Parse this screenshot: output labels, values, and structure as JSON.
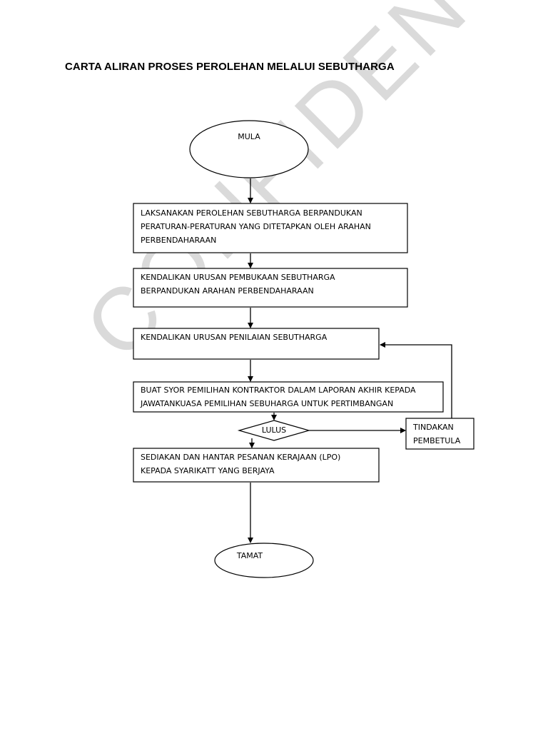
{
  "title": "CARTA ALIRAN PROSES PEROLEHAN MELALUI SEBUTHARGA",
  "watermark": "CONFIDENTIAL",
  "nodes": {
    "start": "MULA",
    "step1": [
      "LAKSANAKAN PEROLEHAN SEBUTHARGA BERPANDUKAN",
      "PERATURAN-PERATURAN YANG DITETAPKAN OLEH ARAHAN",
      "PERBENDAHARAAN"
    ],
    "step2": [
      "KENDALIKAN URUSAN PEMBUKAAN SEBUTHARGA",
      "BERPANDUKAN ARAHAN PERBENDAHARAAN"
    ],
    "step3": [
      "KENDALIKAN URUSAN PENILAIAN SEBUTHARGA"
    ],
    "step4": [
      "BUAT SYOR PEMILIHAN KONTRAKTOR DALAM LAPORAN AKHIR KEPADA",
      "JAWATANKUASA  PEMILIHAN SEBUHARGA UNTUK PERTIMBANGAN"
    ],
    "decision": "LULUS",
    "correction": [
      "TINDAKAN",
      "PEMBETULA"
    ],
    "step5": [
      "SEDIAKAN DAN HANTAR PESANAN KERAJAAN (LPO)",
      "KEPADA SYARIKATT YANG BERJAYA"
    ],
    "end": "TAMAT"
  }
}
